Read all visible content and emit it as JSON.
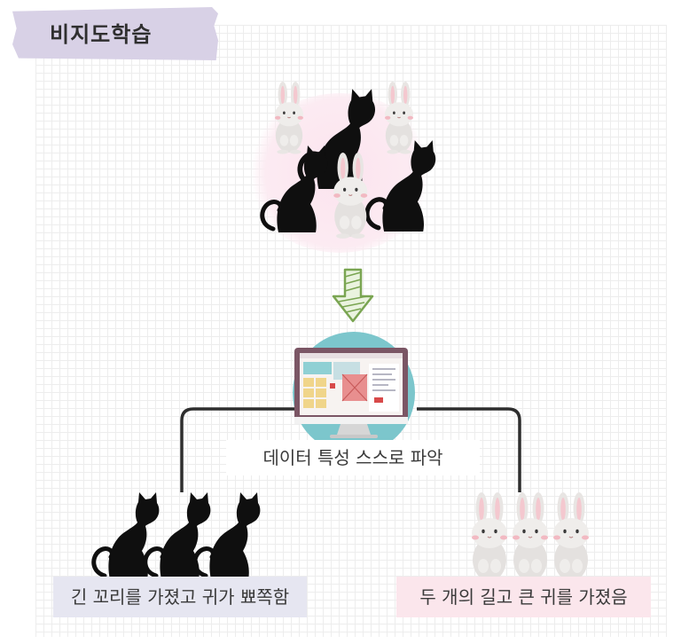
{
  "title": "비지도학습",
  "nodes": {
    "center_label": "데이터 특성 스스로 파악",
    "left_label": "긴 꼬리를 가졌고 귀가 뾰쪽함",
    "right_label": "두 개의 길고 큰 귀를 가졌음"
  },
  "icons": {
    "input": "mixed-cats-rabbits-icon",
    "arrow": "green-down-arrow-icon",
    "machine": "computer-monitor-icon",
    "left_group": "cat-group-icon",
    "right_group": "rabbit-group-icon"
  },
  "colors": {
    "title_tape": "#d8d1e6",
    "arrow": "#7aa552",
    "monitor_circle": "#7cc6cc",
    "monitor_frame": "#7b5665",
    "left_label_bg": "#e6e6f1",
    "right_label_bg": "#fbe6ec",
    "connector": "#2e2e2e"
  }
}
